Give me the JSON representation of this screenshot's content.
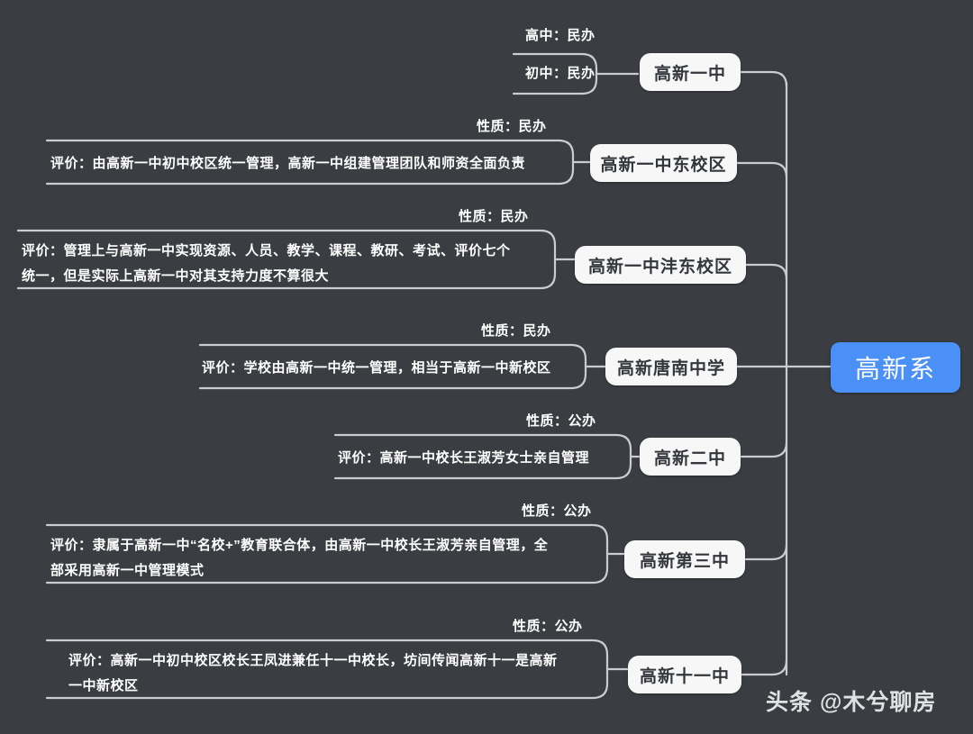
{
  "diagram": {
    "type": "mindmap",
    "background_color": "#3a3d42",
    "root": {
      "label": "高新系",
      "color": "#4a90f7",
      "text_color": "#ffffff"
    },
    "node_color": "#f7f7f7",
    "node_text_color": "#33373c",
    "connector_color": "#c9ccd1",
    "branches": [
      {
        "id": "gaoxin-yizhong",
        "school": "高新一中",
        "nature_labels": [
          "高中：民办",
          "初中：民办"
        ],
        "nature": "初中：民办",
        "review_lines": []
      },
      {
        "id": "gaoxin-yizhong-dong",
        "school": "高新一中东校区",
        "nature": "性质：民办",
        "review_lines": [
          "评价：由高新一中初中校区统一管理，高新一中组建管理团队和师资全面负责"
        ]
      },
      {
        "id": "gaoxin-yizhong-fengdong",
        "school": "高新一中沣东校区",
        "nature": "性质：民办",
        "review_lines": [
          "评价：管理上与高新一中实现资源、人员、教学、课程、教研、考试、评价七个",
          "统一，但是实际上高新一中对其支持力度不算很大"
        ]
      },
      {
        "id": "gaoxin-tangnan",
        "school": "高新唐南中学",
        "nature": "性质：民办",
        "review_lines": [
          "评价：学校由高新一中统一管理，相当于高新一中新校区"
        ]
      },
      {
        "id": "gaoxin-erzhong",
        "school": "高新二中",
        "nature": "性质：公办",
        "review_lines": [
          "评价：高新一中校长王淑芳女士亲自管理"
        ]
      },
      {
        "id": "gaoxin-disanzhong",
        "school": "高新第三中",
        "nature": "性质：公办",
        "review_lines": [
          "评价：隶属于高新一中“名校+”教育联合体，由高新一中校长王淑芳亲自管理，全",
          "部采用高新一中管理模式"
        ]
      },
      {
        "id": "gaoxin-shiyizhong",
        "school": "高新十一中",
        "nature": "性质：公办",
        "review_lines": [
          "评价：高新一中初中校区校长王凤进兼任十一中校长，坊间传闻高新十一是高新",
          "一中新校区"
        ]
      }
    ]
  },
  "watermark": {
    "text": "头条 @木兮聊房"
  }
}
